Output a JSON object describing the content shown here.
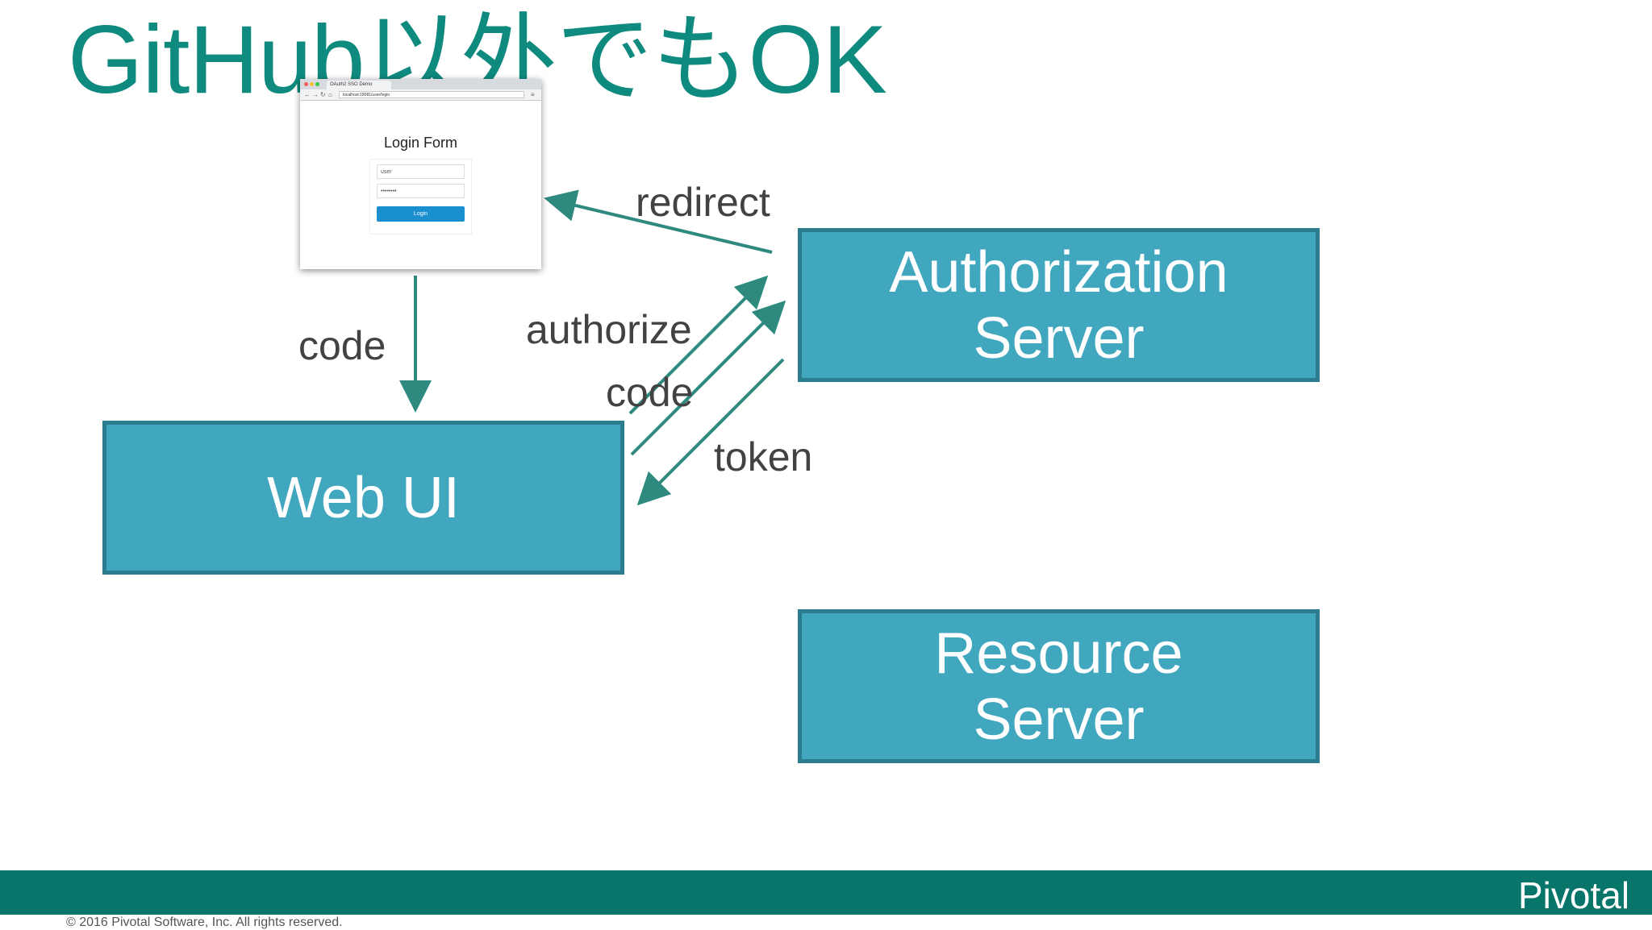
{
  "slide": {
    "title": "GitHub以外でもOK",
    "copyright": "© 2016 Pivotal Software, Inc.  All rights reserved.",
    "logo": "Pivotal"
  },
  "colors": {
    "title": "#0f8a7e",
    "box_fill": "#41a7bf",
    "box_border": "#2a7c8e",
    "arrow": "#2e8a7e",
    "footer": "#08756b",
    "label": "#424242"
  },
  "boxes": {
    "web_ui": "Web UI",
    "authorization_server": "Authorization\nServer",
    "resource_server": "Resource\nServer"
  },
  "arrow_labels": {
    "redirect": "redirect",
    "code_down": "code",
    "authorize": "authorize",
    "code_up": "code",
    "token": "token"
  },
  "browser": {
    "tab_title": "OAuth2 SSO Demo",
    "url": "localhost:18081/user/login",
    "form_title": "Login Form",
    "username_value": "user",
    "password_value": "••••••••",
    "login_button": "Login"
  }
}
